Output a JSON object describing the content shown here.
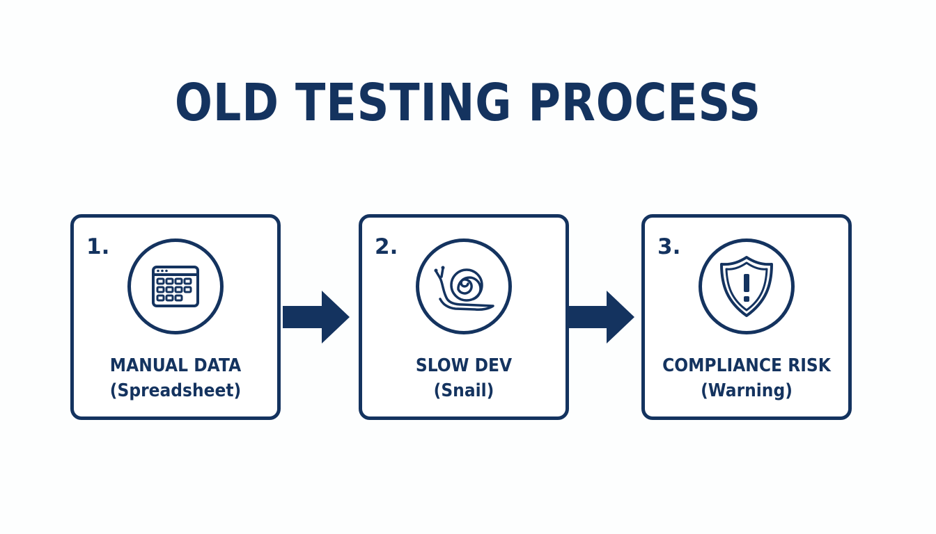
{
  "title": "OLD TESTING PROCESS",
  "steps": [
    {
      "number": "1.",
      "label": "MANUAL DATA",
      "sublabel": "(Spreadsheet)",
      "icon": "spreadsheet-icon"
    },
    {
      "number": "2.",
      "label": "SLOW DEV",
      "sublabel": "(Snail)",
      "icon": "snail-icon"
    },
    {
      "number": "3.",
      "label": "COMPLIANCE RISK",
      "sublabel": "(Warning)",
      "icon": "warning-shield-icon"
    }
  ],
  "colors": {
    "primary": "#14335f",
    "background": "#ffffff"
  }
}
